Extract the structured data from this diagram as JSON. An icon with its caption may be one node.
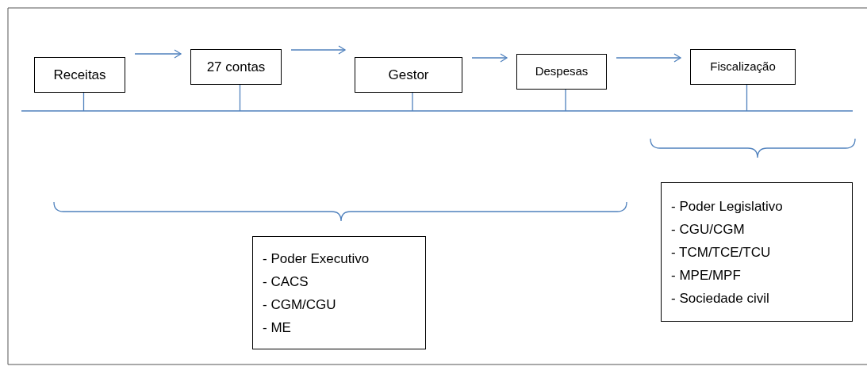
{
  "diagram": {
    "nodes": [
      {
        "text": [
          "Receitas"
        ]
      },
      {
        "text": [
          "27 contas"
        ]
      },
      {
        "text": [
          "Gestor"
        ]
      },
      {
        "text": [
          "Despesas"
        ]
      },
      {
        "text": [
          "Fiscalização"
        ]
      },
      {
        "text": [
          "- Poder Executivo",
          "- CACS",
          "- CGM/CGU",
          "- ME"
        ]
      },
      {
        "text": [
          "- Poder Legislativo",
          "- CGU/CGM",
          "- TCM/TCE/TCU",
          "- MPE/MPF",
          "- Sociedade civil"
        ]
      }
    ],
    "edges": [
      {
        "from": 0,
        "to": 1,
        "arrow": "to"
      },
      {
        "from": 1,
        "to": 2,
        "arrow": "to"
      },
      {
        "from": 2,
        "to": 3,
        "arrow": "to"
      },
      {
        "from": 3,
        "to": 4,
        "arrow": "to"
      }
    ]
  }
}
